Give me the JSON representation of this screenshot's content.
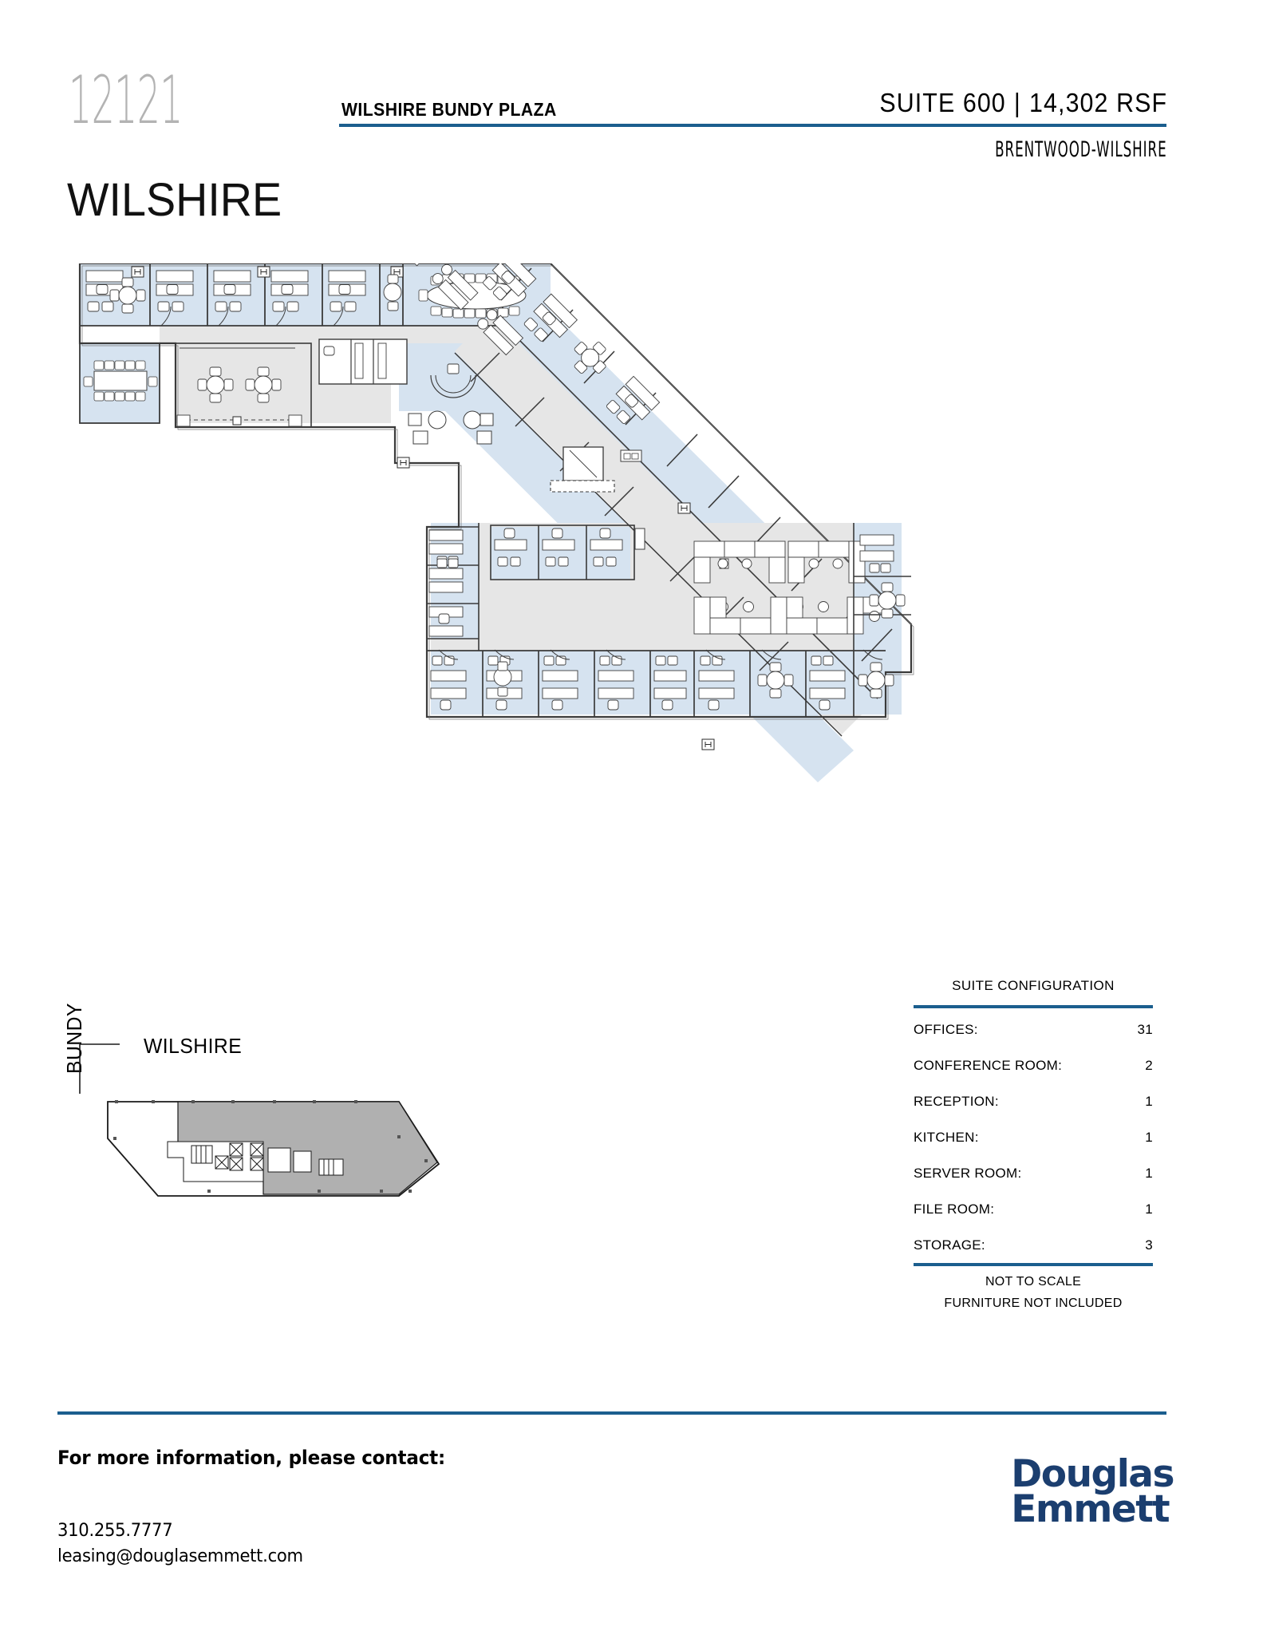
{
  "header": {
    "building_number": "12121",
    "building_name": "WILSHIRE",
    "property_name": "WILSHIRE BUNDY PLAZA",
    "suite_label": "SUITE 600",
    "divider": "|",
    "rsf_label": "14,302 RSF",
    "submarket": "BRENTWOOD-WILSHIRE",
    "accent_color": "#1b5e8e"
  },
  "keymap": {
    "street_top": "WILSHIRE",
    "street_left": "BUNDY",
    "suite_fill_color": "#b0b0b0",
    "building_outline_color": "#1a1a1a"
  },
  "floorplan": {
    "office_fill": "#d6e3f0",
    "corridor_fill": "#e6e6e6",
    "wall_color": "#3a3a3a",
    "furniture_color": "#404040"
  },
  "config": {
    "title": "SUITE CONFIGURATION",
    "rows": [
      {
        "label": "OFFICES:",
        "value": "31"
      },
      {
        "label": "CONFERENCE ROOM:",
        "value": "2"
      },
      {
        "label": "RECEPTION:",
        "value": "1"
      },
      {
        "label": "KITCHEN:",
        "value": "1"
      },
      {
        "label": "SERVER ROOM:",
        "value": "1"
      },
      {
        "label": "FILE ROOM:",
        "value": "1"
      },
      {
        "label": "STORAGE:",
        "value": "3"
      }
    ],
    "footnote_1": "NOT TO SCALE",
    "footnote_2": "FURNITURE NOT INCLUDED"
  },
  "footer": {
    "contact_heading": "For more information, please contact:",
    "phone": "310.255.7777",
    "email": "leasing@douglasemmett.com",
    "logo_line_1": "Douglas",
    "logo_line_2": "Emmett",
    "logo_color": "#1b3e6f"
  }
}
